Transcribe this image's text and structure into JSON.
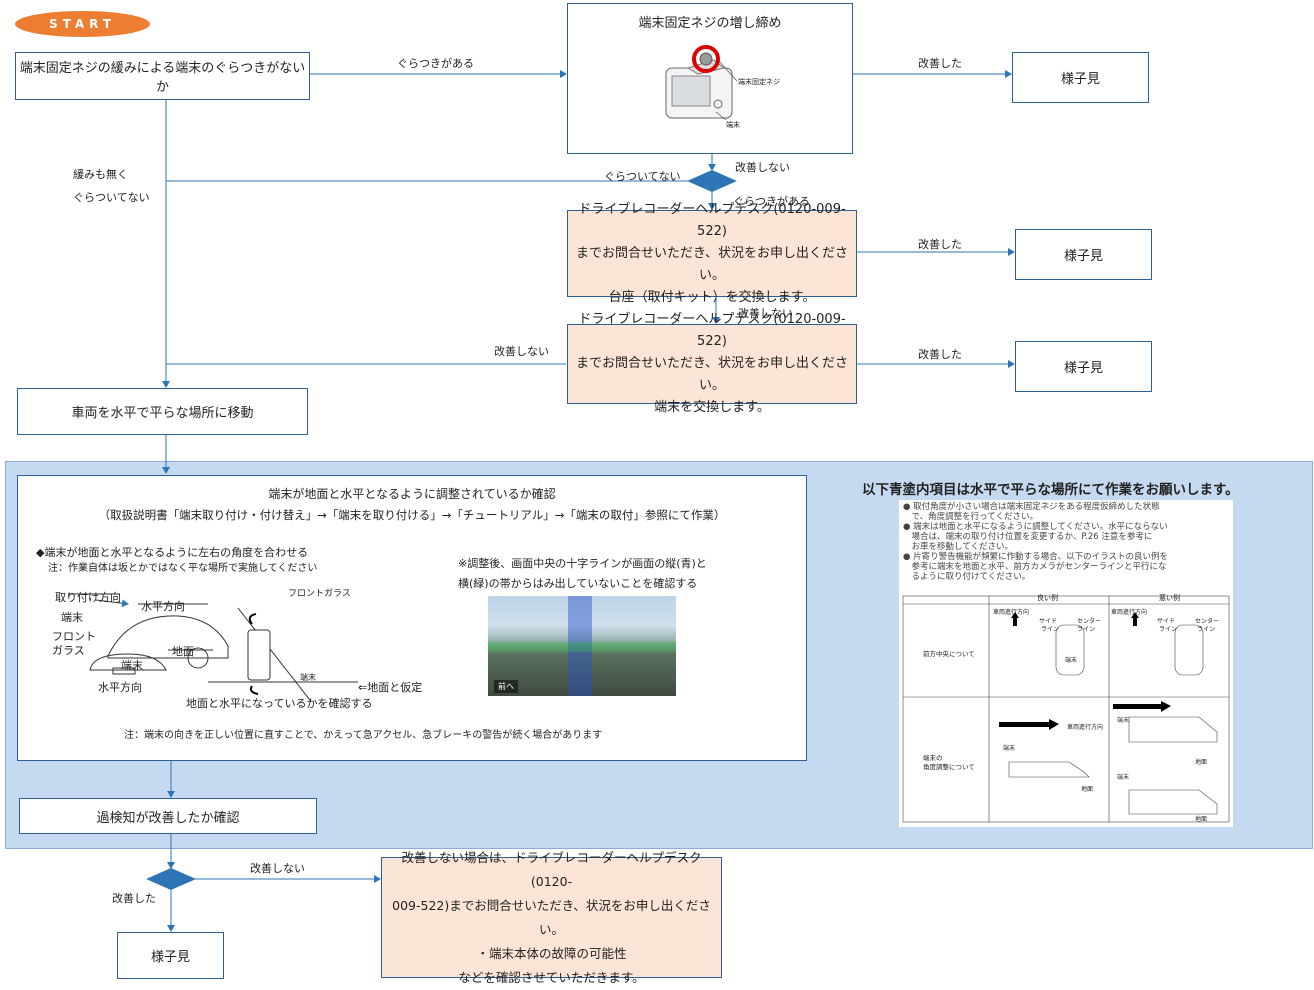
{
  "start": "START",
  "check_loose": "端末固定ネジの緩みによる端末のぐらつきがないか",
  "tighten": {
    "title": "端末固定ネジの増し締め",
    "screw_label": "端末固定ネジ",
    "device_label": "端末"
  },
  "labels": {
    "wobbly1": "ぐらつきがある",
    "improved": "改善した",
    "not_improved": "改善しない",
    "not_wobbly": "ぐらついてない",
    "wobbly2": "ぐらつきがある",
    "no_loose_line1": "緩みも無く",
    "no_loose_line2": "ぐらついてない"
  },
  "observe": "様子見",
  "helpdesk1": [
    "ドライブレコーダーヘルプデスク(0120-009-522)",
    "までお問合せいただき、状況をお申し出ください。",
    "台座（取付キット）を交換します。"
  ],
  "helpdesk2": [
    "ドライブレコーダーヘルプデスク(0120-009-522)",
    "までお問合せいただき、状況をお申し出ください。",
    "端末を交換します。"
  ],
  "move_level": "車両を水平で平らな場所に移動",
  "adjust": {
    "title": "端末が地面と水平となるように調整されているか確認",
    "ref": "（取扱説明書「端末取り付け・付け替え」→「端末を取り付ける」→「チュートリアル」→「端末の取付」参照にて作業）",
    "bullet": "◆端末が地面と水平となるように左右の角度を合わせる",
    "note1": "注：作業自体は坂とかではなく平な場所で実施してください",
    "after1": "※調整後、画面中央の十字ラインが画面の縦(青)と",
    "after2": "横(緑)の帯からはみ出していないことを確認する",
    "d_mount_dir": "取り付け方向",
    "d_terminal": "端末",
    "d_horizontal": "水平方向",
    "d_front1": "フロント",
    "d_front2": "ガラス",
    "d_ground": "地面",
    "d_terminal2": "端末",
    "d_horizontal2": "水平方向",
    "d_frontglass": "フロントガラス",
    "d_terminal3": "端末",
    "d_assumed": "⇐地面と仮定",
    "d_check": "地面と水平になっているかを確認する",
    "cam_btn": "前へ",
    "note2": "注：端末の向きを正しい位置に直すことで、かえって急アクセル、急ブレーキの警告が続く場合があります"
  },
  "blue_note": "以下青塗内項目は水平で平らな場所にて作業をお願いします。",
  "manual": {
    "lines": [
      "● 取付角度が小さい場合は端末固定ネジをある程度仮締めした状態",
      "　で、角度調整を行ってください。",
      "● 端末は地面と水平になるように調整してください。水平にならない",
      "　場合は、端末の取り付け位置を変更するか、P.26 注意を参考に",
      "　お車を移動してください。",
      "● 片寄り警告機能が頻繁に作動する場合、以下のイラストの良い例を",
      "　参考に端末を地面と水平、前方カメラがセンターラインと平行にな",
      "　るように取り付けてください。"
    ],
    "col_good": "良い例",
    "col_bad": "悪い例",
    "row1": "前方中央について",
    "row2a": "端末の",
    "row2b": "角度調整について",
    "dir": "車両進行方向",
    "side": "サイド",
    "line": "ライン",
    "center": "センター",
    "terminal": "端末",
    "ground": "地面"
  },
  "check_improved": "過検知が改善したか確認",
  "final_not_improved": [
    "改善しない場合は、ドライブレコーダーヘルプデスク(0120-",
    "009-522)までお問合せいただき、状況をお申し出ください。",
    "・端末本体の故障の可能性",
    "などを確認させていただきます。"
  ],
  "colors": {
    "line": "#2e75b6",
    "box_border": "#2e5f98",
    "peach": "#fce4d6",
    "region": "#c5d9f1",
    "start": "#ed7d31"
  }
}
